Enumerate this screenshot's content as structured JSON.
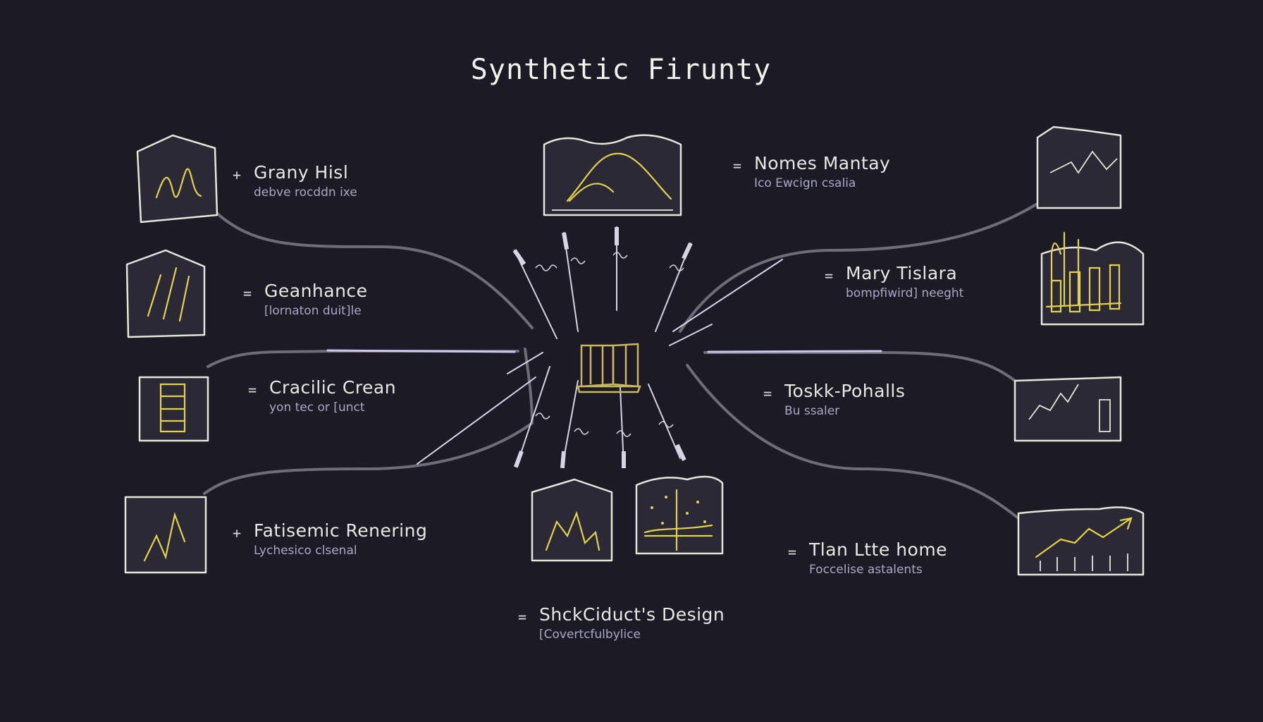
{
  "title": "Synthetic Firunty",
  "nodes": [
    {
      "id": "n1",
      "head": "Grany Hisl",
      "sub": "debve rocddn ixe",
      "bullet": "+"
    },
    {
      "id": "n2",
      "head": "Geanhance",
      "sub": "[lornaton duit]le",
      "bullet": "="
    },
    {
      "id": "n3",
      "head": "Cracilic Crean",
      "sub": "yon tec or [unct",
      "bullet": "="
    },
    {
      "id": "n4",
      "head": "Fatisemic Renering",
      "sub": "Lychesico clsenal",
      "bullet": "+"
    },
    {
      "id": "n5",
      "head": "Nomes Mantay",
      "sub": "Ico Ewcign csalia",
      "bullet": "="
    },
    {
      "id": "n6",
      "head": "Mary Tislara",
      "sub": "bompfiwird] neeght",
      "bullet": "="
    },
    {
      "id": "n7",
      "head": "Toskk-Pohalls",
      "sub": "Bu ssaler",
      "bullet": "="
    },
    {
      "id": "n8",
      "head": "Tlan Ltte home",
      "sub": "Foccelise astalents",
      "bullet": "="
    },
    {
      "id": "n9",
      "head": "ShckCiduct's Design",
      "sub": "[Covertcfulbylice",
      "bullet": "="
    }
  ],
  "colors": {
    "background": "#1b1a25",
    "sketch_line": "#e8e6da",
    "accent_yellow": "#e4d24a",
    "accent_violet": "#c9c6f2",
    "connector": "#6f6d78"
  },
  "icons": [
    "line-chart-icon",
    "area-chart-icon",
    "bar-chart-icon",
    "stacked-bar-icon",
    "trend-chart-icon",
    "scatter-plot-icon",
    "book-icon"
  ]
}
